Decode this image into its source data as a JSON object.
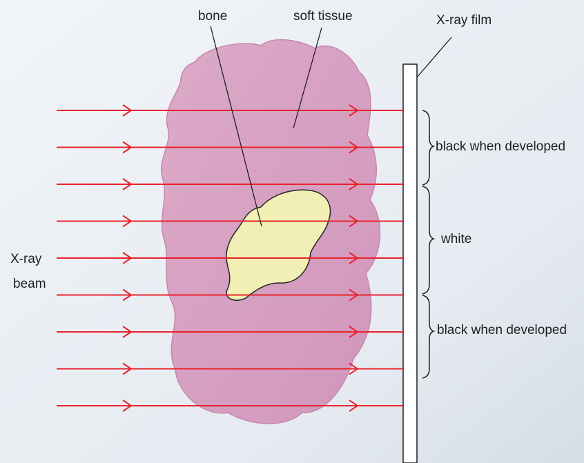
{
  "labels": {
    "bone": "bone",
    "soft_tissue": "soft tissue",
    "film": "X-ray film",
    "black_top": "black when developed",
    "white": "white",
    "black_bottom": "black when developed",
    "beam_line1": "X-ray",
    "beam_line2": "beam"
  },
  "colors": {
    "background": "#e9eef4",
    "beam": "#e8222c",
    "soft_tissue": "#d8a0c2",
    "soft_tissue_edge": "#c487ad",
    "bone": "#f1efb4",
    "bone_edge": "#2a2a2a",
    "film": "#ffffff",
    "ink": "#1e1e1e"
  },
  "beam_rays": 9,
  "rays_passing_bone": 3
}
